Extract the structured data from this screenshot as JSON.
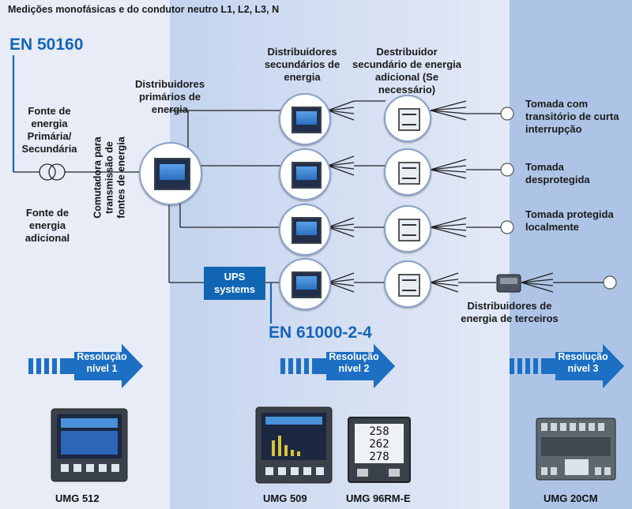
{
  "header": "Medições monofásicas e do condutor neutro L1, L2, L3, N",
  "standards": {
    "en50160": "EN 50160",
    "en61000": "EN 61000-2-4"
  },
  "sources": {
    "primary": "Fonte de energia Primária/ Secundária",
    "additional": "Fonte de energia adicional"
  },
  "switch_label": "Comutadora para transmissão de fontes de energia",
  "columns": {
    "primary_dist": "Distribuidores primários de energia",
    "secondary_dist": "Distribuidores secundários de energia",
    "additional_dist": "Destribuidor secundário de energia adicional (Se necessário)"
  },
  "ups_label": "UPS systems",
  "third_party": "Distribuidores de energia de terceiros",
  "outlets": [
    "Tomada com transitório de curta interrupção",
    "Tomada desprotegida",
    "Tomada protegida localmente"
  ],
  "levels": [
    "Resolução nível 1",
    "Resolução nível 2",
    "Resolução nível 3"
  ],
  "small_meter_readings": [
    "258",
    "262",
    "278"
  ],
  "products": [
    "UMG 512",
    "UMG 509",
    "UMG 96RM-E",
    "UMG 20CM"
  ],
  "colors": {
    "accent": "#1565b8",
    "ups": "#1166b3",
    "arrow": "#1d6fc4",
    "zone1": "#e7ecf7",
    "zone2": "#c3d3ee",
    "zone3": "#aec4e6"
  }
}
